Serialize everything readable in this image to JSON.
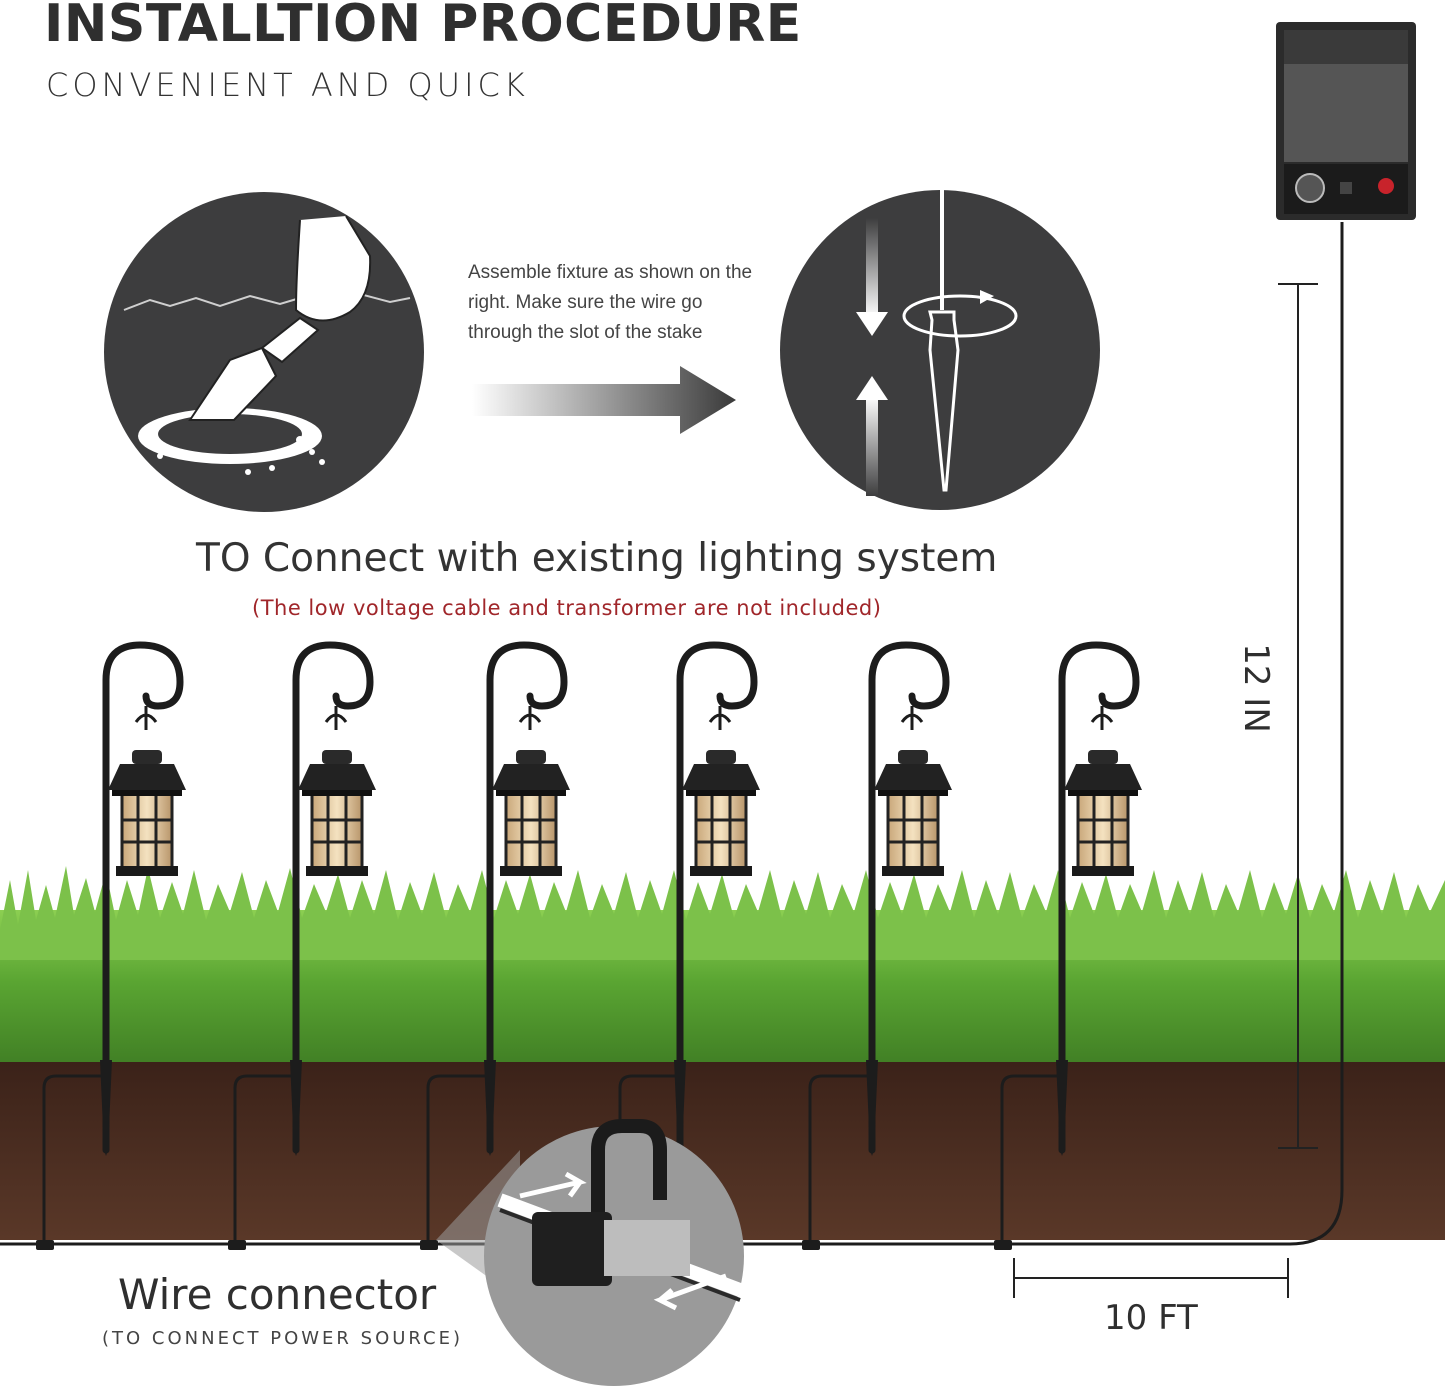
{
  "header": {
    "title": "INSTALLTION PROCEDURE",
    "subtitle": "CONVENIENT AND QUICK"
  },
  "step": {
    "instruction": "Assemble fixture as shown on the right. Make sure the wire go through the slot of the stake"
  },
  "connect": {
    "heading": "TO Connect with existing lighting system",
    "note": "(The low voltage cable and transformer are not included)"
  },
  "connector": {
    "label": "Wire connector",
    "sublabel": "(TO CONNECT POWER SOURCE)"
  },
  "dimensions": {
    "spacing": "10 FT",
    "depth": "12 IN"
  },
  "illustration": {
    "lantern_count": 6,
    "icons": [
      "trowel-digging-icon",
      "stake-rotate-icon",
      "transformer-box",
      "wire-connector-closeup"
    ]
  },
  "colors": {
    "dark_circle": "#3d3d3e",
    "grass": "#4c9a2a",
    "soil": "#4a2c20",
    "note_red": "#a0262a",
    "stake": "#1c1c1c"
  }
}
